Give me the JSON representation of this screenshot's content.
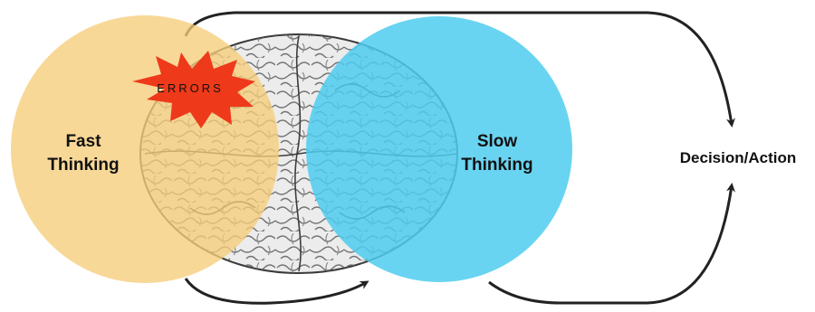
{
  "fast_thinking": {
    "line1": "Fast",
    "line2": "Thinking",
    "color": "#f6cd7a"
  },
  "slow_thinking": {
    "line1": "Slow",
    "line2": "Thinking",
    "color": "#4fcdef"
  },
  "errors_label": "ERRORS",
  "errors_color": "#ee3a1a",
  "decision_label": "Decision/Action",
  "arrow_color": "#222222"
}
